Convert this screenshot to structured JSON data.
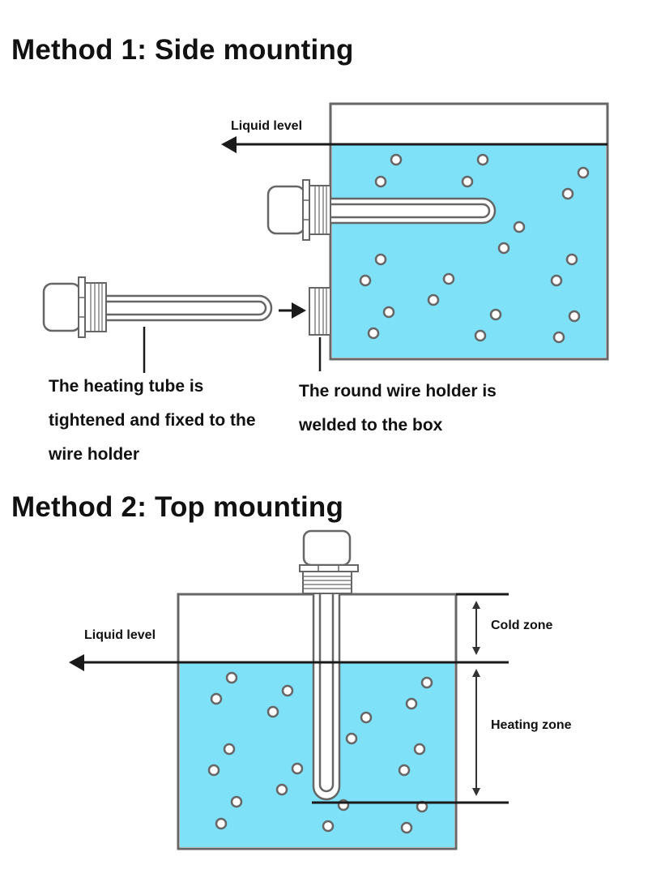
{
  "method1": {
    "title": "Method 1: Side mounting",
    "liquid_level_label": "Liquid level",
    "caption_left": [
      "The heating tube is",
      "tightened and fixed to the",
      "wire holder"
    ],
    "caption_right": [
      "The round wire holder is",
      "welded to the box"
    ]
  },
  "method2": {
    "title": "Method 2: Top mounting",
    "liquid_level_label": "Liquid level",
    "cold_zone_label": "Cold zone",
    "heating_zone_label": "Heating zone"
  },
  "colors": {
    "water": "#7fe1f8",
    "outline": "#666666",
    "line": "#1a1a1a"
  }
}
